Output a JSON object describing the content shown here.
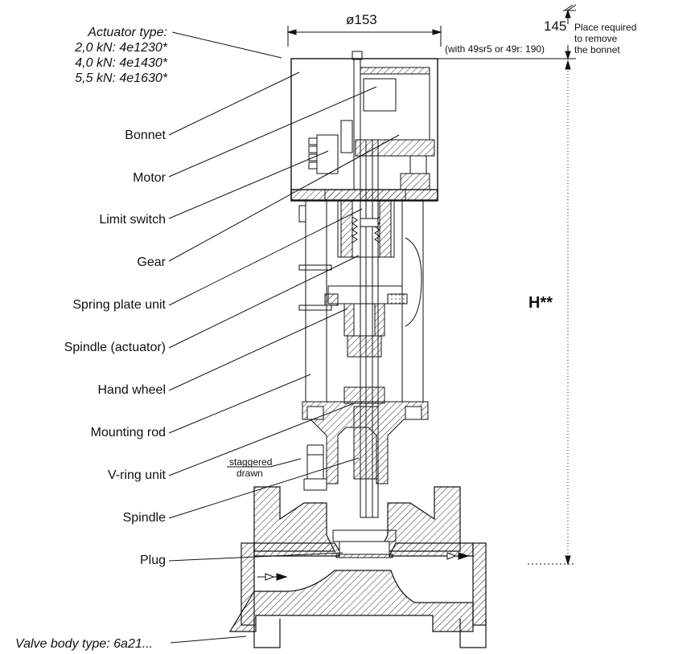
{
  "actuator": {
    "title": "Actuator type:",
    "types": [
      "2,0 kN: 4e1230*",
      "4,0 kN: 4e1430*",
      "5,5 kN: 4e1630*"
    ]
  },
  "dimensions": {
    "diameter": "ø153",
    "removal_clearance": "145",
    "removal_note": "(with 49sr5 or 49r: 190)",
    "removal_hint_lines": [
      "Place required",
      "to remove",
      "the bonnet"
    ],
    "height": "H**"
  },
  "callouts": [
    "Bonnet",
    "Motor",
    "Limit switch",
    "Gear",
    "Spring plate unit",
    "Spindle (actuator)",
    "Hand wheel",
    "Mounting rod",
    "V-ring unit",
    "Spindle",
    "Plug"
  ],
  "staggered_note": [
    "staggered",
    "drawn"
  ],
  "valve_body": "Valve body type: 6a21..."
}
